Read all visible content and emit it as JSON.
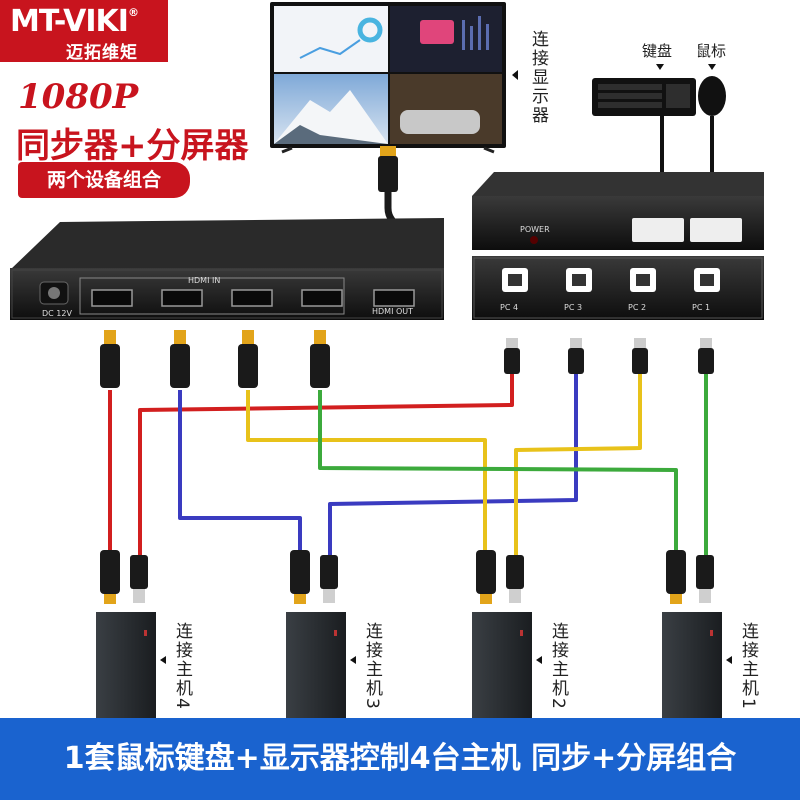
{
  "brand": {
    "name": "MT-VIKI",
    "registered": "®",
    "chinese_name": "迈拓维矩"
  },
  "headline": {
    "spec": "1080P",
    "title": "同步器+分屏器",
    "badge": "两个设备组合"
  },
  "labels": {
    "connect_monitor": "连接显示器",
    "keyboard": "键盘",
    "mouse": "鼠标",
    "power": "POWER",
    "dc": "DC 12V",
    "hdmi_in": "HDMI IN",
    "hdmi_out": "HDMI OUT",
    "pc_ports": [
      "PC 4",
      "PC 3",
      "PC 2",
      "PC 1"
    ],
    "hosts": [
      "连接主机4",
      "连接主机3",
      "连接主机2",
      "连接主机1"
    ]
  },
  "banner": "1套鼠标键盘+显示器控制4台主机  同步+分屏组合",
  "colors": {
    "brand_red": "#c8141e",
    "banner_blue": "#1a63cf",
    "cable_red": "#d21f1f",
    "cable_blue": "#3a3bc0",
    "cable_yellow": "#e8c21a",
    "cable_green": "#3caa3c"
  }
}
